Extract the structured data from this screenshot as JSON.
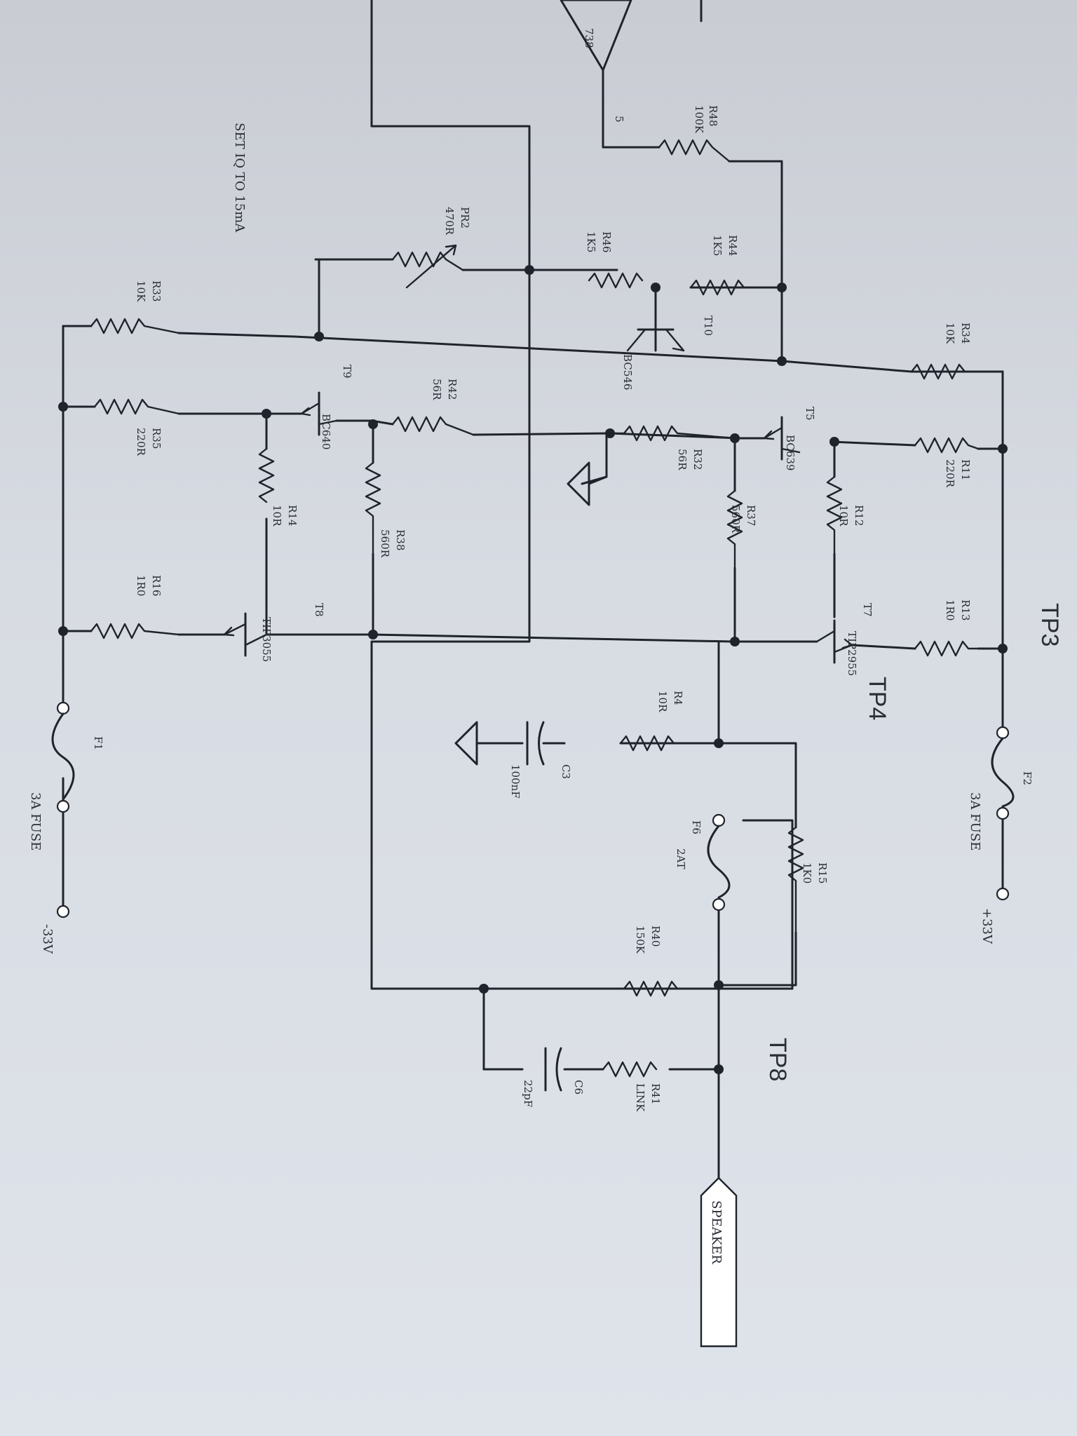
{
  "notes": {
    "bias": "SET IQ TO 15mA"
  },
  "testpoints": {
    "tp3": "TP3",
    "tp4": "TP4",
    "tp8": "TP8"
  },
  "rails": {
    "pos": "+33V",
    "neg": "-33V"
  },
  "connector": {
    "speaker": "SPEAKER"
  },
  "fuses": {
    "f1": {
      "ref": "F1",
      "value": "3A FUSE"
    },
    "f2": {
      "ref": "F2",
      "value": "3A FUSE"
    },
    "f6": {
      "ref": "F6",
      "value": "2AT"
    }
  },
  "opamp": {
    "pin": "5"
  },
  "resistors": {
    "r48": {
      "ref": "R48",
      "value": "100K"
    },
    "r44": {
      "ref": "R44",
      "value": "1K5"
    },
    "r46": {
      "ref": "R46",
      "value": "1K5"
    },
    "pr2": {
      "ref": "PR2",
      "value": "470R"
    },
    "r33": {
      "ref": "R33",
      "value": "10K"
    },
    "r34": {
      "ref": "R34",
      "value": "10K"
    },
    "r42": {
      "ref": "R42",
      "value": "56R"
    },
    "r35": {
      "ref": "R35",
      "value": "220R"
    },
    "r11": {
      "ref": "R11",
      "value": "220R"
    },
    "r12": {
      "ref": "R12",
      "value": "10R"
    },
    "r32": {
      "ref": "R32",
      "value": "56R"
    },
    "r37": {
      "ref": "R37",
      "value": "560R"
    },
    "r38": {
      "ref": "R38",
      "value": "560R"
    },
    "r14": {
      "ref": "R14",
      "value": "10R"
    },
    "r16": {
      "ref": "R16",
      "value": "1R0"
    },
    "r13": {
      "ref": "R13",
      "value": "1R0"
    },
    "r4": {
      "ref": "R4",
      "value": "10R"
    },
    "r15": {
      "ref": "R15",
      "value": "1K0"
    },
    "r40": {
      "ref": "R40",
      "value": "150K"
    },
    "r41": {
      "ref": "R41",
      "value": "LINK"
    }
  },
  "capacitors": {
    "c3": {
      "ref": "C3",
      "value": "100nF"
    },
    "c6": {
      "ref": "C6",
      "value": "22pF"
    }
  },
  "transistors": {
    "t10": {
      "ref": "T10",
      "type": "BC546"
    },
    "t9": {
      "ref": "T9",
      "type": "BC640"
    },
    "t5": {
      "ref": "T5",
      "type": "BC639"
    },
    "t8": {
      "ref": "T8",
      "type": "TIP3055"
    },
    "t7": {
      "ref": "T7",
      "type": "TIP2955"
    }
  }
}
